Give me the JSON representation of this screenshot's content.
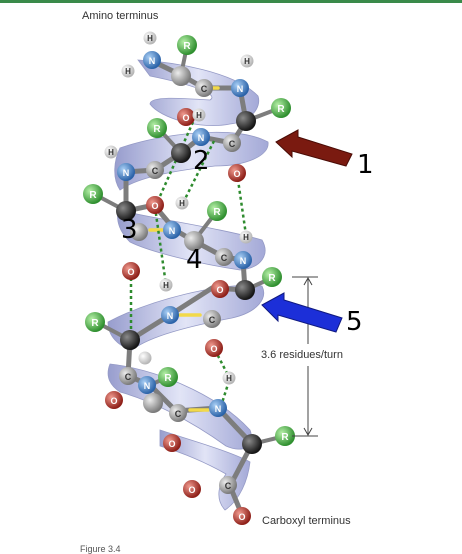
{
  "labels": {
    "amino": "Amino terminus",
    "carboxyl": "Carboxyl terminus",
    "residues": "3.6 residues/turn",
    "figure": "Figure 3.4"
  },
  "callouts": [
    "1",
    "2",
    "3",
    "4",
    "5"
  ],
  "atom_letters": {
    "R": "R",
    "H": "H",
    "N": "N",
    "C": "C",
    "O": "O"
  },
  "colors": {
    "ribbon": "#b8bde0",
    "r_group": "#4cae4c",
    "nitrogen": "#3f7ec7",
    "oxygen": "#b8322b",
    "carbon": "#9a9a9a",
    "alpha_carbon": "#2e2e2e",
    "hydrogen": "#f2f2f2",
    "hbond": "#2e8b2e",
    "arrow_1": "#7a1a10",
    "arrow_5": "#1c2fd8",
    "header_bar": "#3a8a4a"
  }
}
